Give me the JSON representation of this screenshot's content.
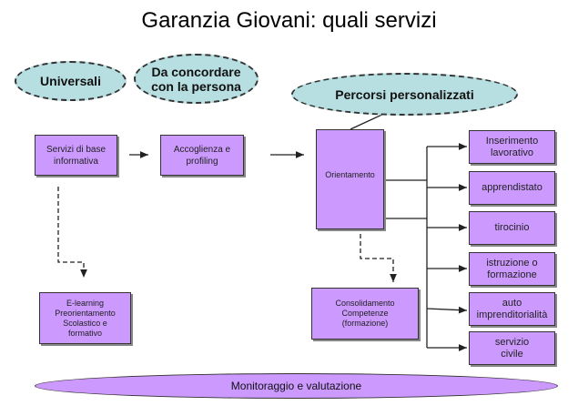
{
  "title": "Garanzia Giovani: quali servizi",
  "categories": {
    "universali": "Universali",
    "da_concordare": "Da concordare con la persona",
    "percorsi": "Percorsi personalizzati"
  },
  "boxes": {
    "servizi_base": "Servizi di base informativa",
    "accoglienza": "Accoglienza e profiling",
    "orientamento": "Orientamento",
    "elearning": "E-learning Preorientamento Scolastico e formativo",
    "consolidamento": "Consolidamento Competenze (formazione)"
  },
  "percorsi": [
    "Inserimento lavorativo",
    "apprendistato",
    "tirocinio",
    "istruzione o formazione",
    "auto imprenditorialità",
    "servizio civile"
  ],
  "footer": "Monitoraggio e valutazione",
  "colors": {
    "box": "#cc99ff",
    "ellipse": "#b7dee0"
  }
}
